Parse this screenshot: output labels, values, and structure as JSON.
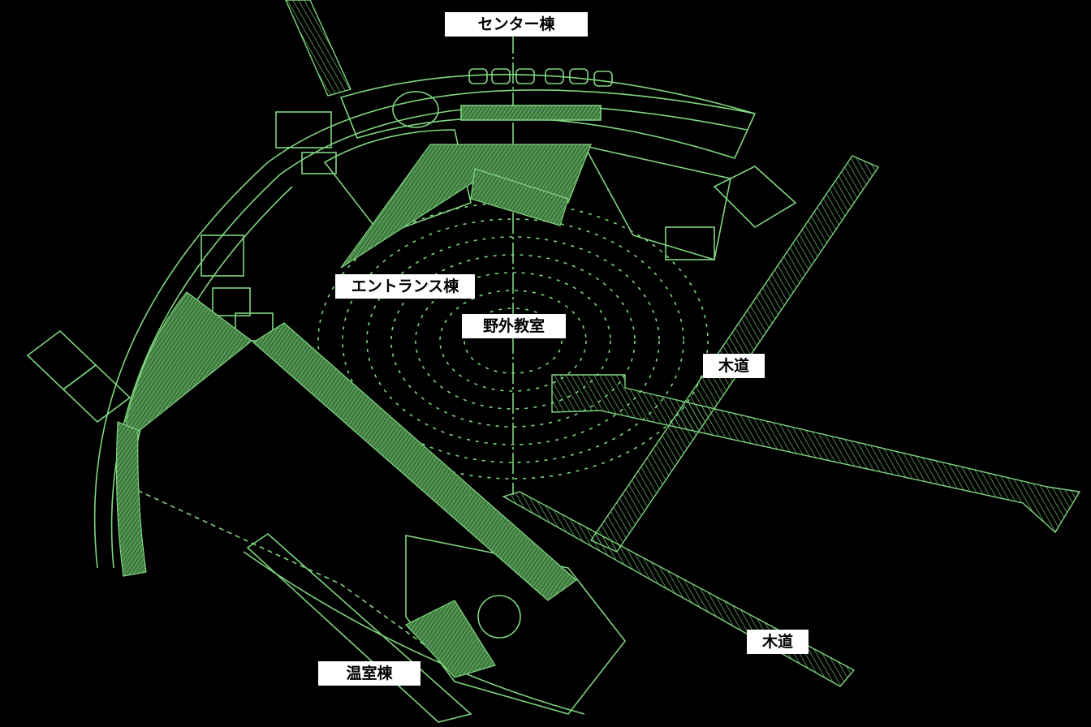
{
  "labels": {
    "center_building": "センター棟",
    "entrance_building": "エントランス棟",
    "outdoor_classroom": "野外教室",
    "wooden_path_1": "木道",
    "wooden_path_2": "木道",
    "greenhouse_building": "温室棟"
  },
  "colors": {
    "background": "#000000",
    "line": "#7fd67f",
    "fill": "#4f8a4f",
    "label_bg": "#ffffff",
    "label_text": "#000000"
  }
}
